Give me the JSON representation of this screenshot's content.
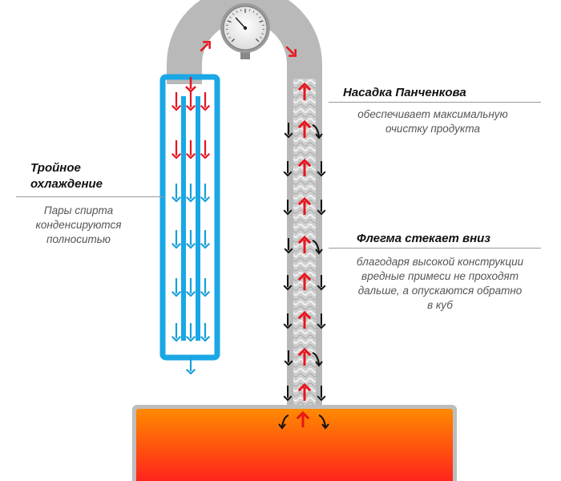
{
  "cooling": {
    "title_line1": "Тройное",
    "title_line2": "охлаждение",
    "desc_line1": "Пары спирта",
    "desc_line2": "конденсируются",
    "desc_line3": "полноситью"
  },
  "nozzle": {
    "title": "Насадка Панченкова",
    "desc_line1": "обеспечивает максимальную",
    "desc_line2": "очистку продукта"
  },
  "reflux": {
    "title": "Флегма стекает вниз",
    "desc_line1": "благодаря высокой конструкции",
    "desc_line2": "вредные примеси не проходят",
    "desc_line3": "дальше, а опускаются обратно",
    "desc_line4": "в куб"
  },
  "colors": {
    "pipe_gray": "#b9b9b9",
    "cooler_blue": "#19a7e6",
    "arrow_red": "#e8141c",
    "arrow_blue": "#1a9fd8",
    "arrow_black": "#111111",
    "tank_top": "#ff8a00",
    "tank_bottom": "#ff1e1e"
  },
  "icons": {
    "gauge": "thermometer-dial-icon",
    "flow": "arrow-icon"
  }
}
